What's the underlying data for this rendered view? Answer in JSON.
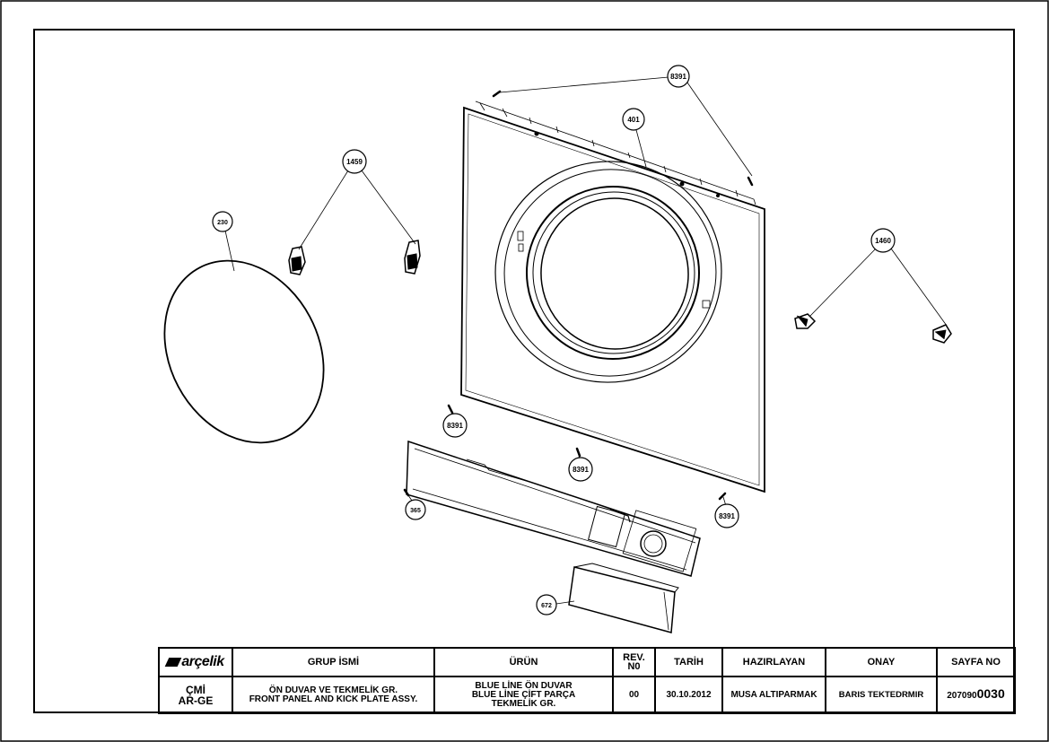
{
  "callouts": {
    "c8391_top": "8391",
    "c401": "401",
    "c1459": "1459",
    "c230": "230",
    "c1460": "1460",
    "c8391_left": "8391",
    "c8391_mid": "8391",
    "c8391_right": "8391",
    "c365": "365",
    "c672": "672"
  },
  "title_block": {
    "logo": "arçelik",
    "dept_line1": "ÇMİ",
    "dept_line2": "AR-GE",
    "headers": {
      "group": "GRUP İSMİ",
      "product": "ÜRÜN",
      "rev_line1": "REV.",
      "rev_line2": "N0",
      "date": "TARİH",
      "prepared": "HAZIRLAYAN",
      "approved": "ONAY",
      "page": "SAYFA NO"
    },
    "values": {
      "group_line1": "ÖN DUVAR VE TEKMELİK GR.",
      "group_line2": "FRONT PANEL AND KICK PLATE ASSY.",
      "product_line1": "BLUE LİNE ÖN DUVAR",
      "product_line2": "BLUE LİNE ÇİFT PARÇA",
      "product_line3": "TEKMELİK GR.",
      "rev": "00",
      "date": "30.10.2012",
      "prepared": "MUSA ALTIPARMAK",
      "approved": "BARIS TEKTEDRMIR",
      "page_prefix": "207090",
      "page_number": "0030"
    }
  }
}
